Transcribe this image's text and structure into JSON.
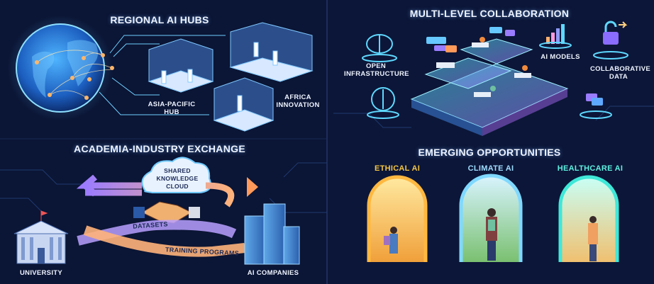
{
  "panels": {
    "regional_hubs": {
      "title": "REGIONAL AI HUBS",
      "labels": {
        "asia_pacific": "ASIA-PACIFIC HUB",
        "africa": "AFRICA INNOVATION"
      }
    },
    "collaboration": {
      "title": "MULTI-LEVEL COLLABORATION",
      "labels": {
        "open_infrastructure": "OPEN INFRASTRUCTURE",
        "ai_models": "AI MODELS",
        "collaborative_data": "COLLABORATIVE DATA"
      }
    },
    "exchange": {
      "title": "ACADEMIA-INDUSTRY EXCHANGE",
      "cloud": "SHARED KNOWLEDGE CLOUD",
      "arrows": {
        "datasets": "DATASETS",
        "training": "TRAINING PROGRAMS"
      },
      "labels": {
        "university": "UNIVERSITY",
        "companies": "AI COMPANIES"
      }
    },
    "opportunities": {
      "title": "EMERGING OPPORTUNITIES",
      "doors": [
        {
          "label": "ETHICAL AI",
          "color": "#f5c542"
        },
        {
          "label": "CLIMATE AI",
          "color": "#9fdcff"
        },
        {
          "label": "HEALTHCARE AI",
          "color": "#5ff0e0"
        }
      ]
    }
  }
}
